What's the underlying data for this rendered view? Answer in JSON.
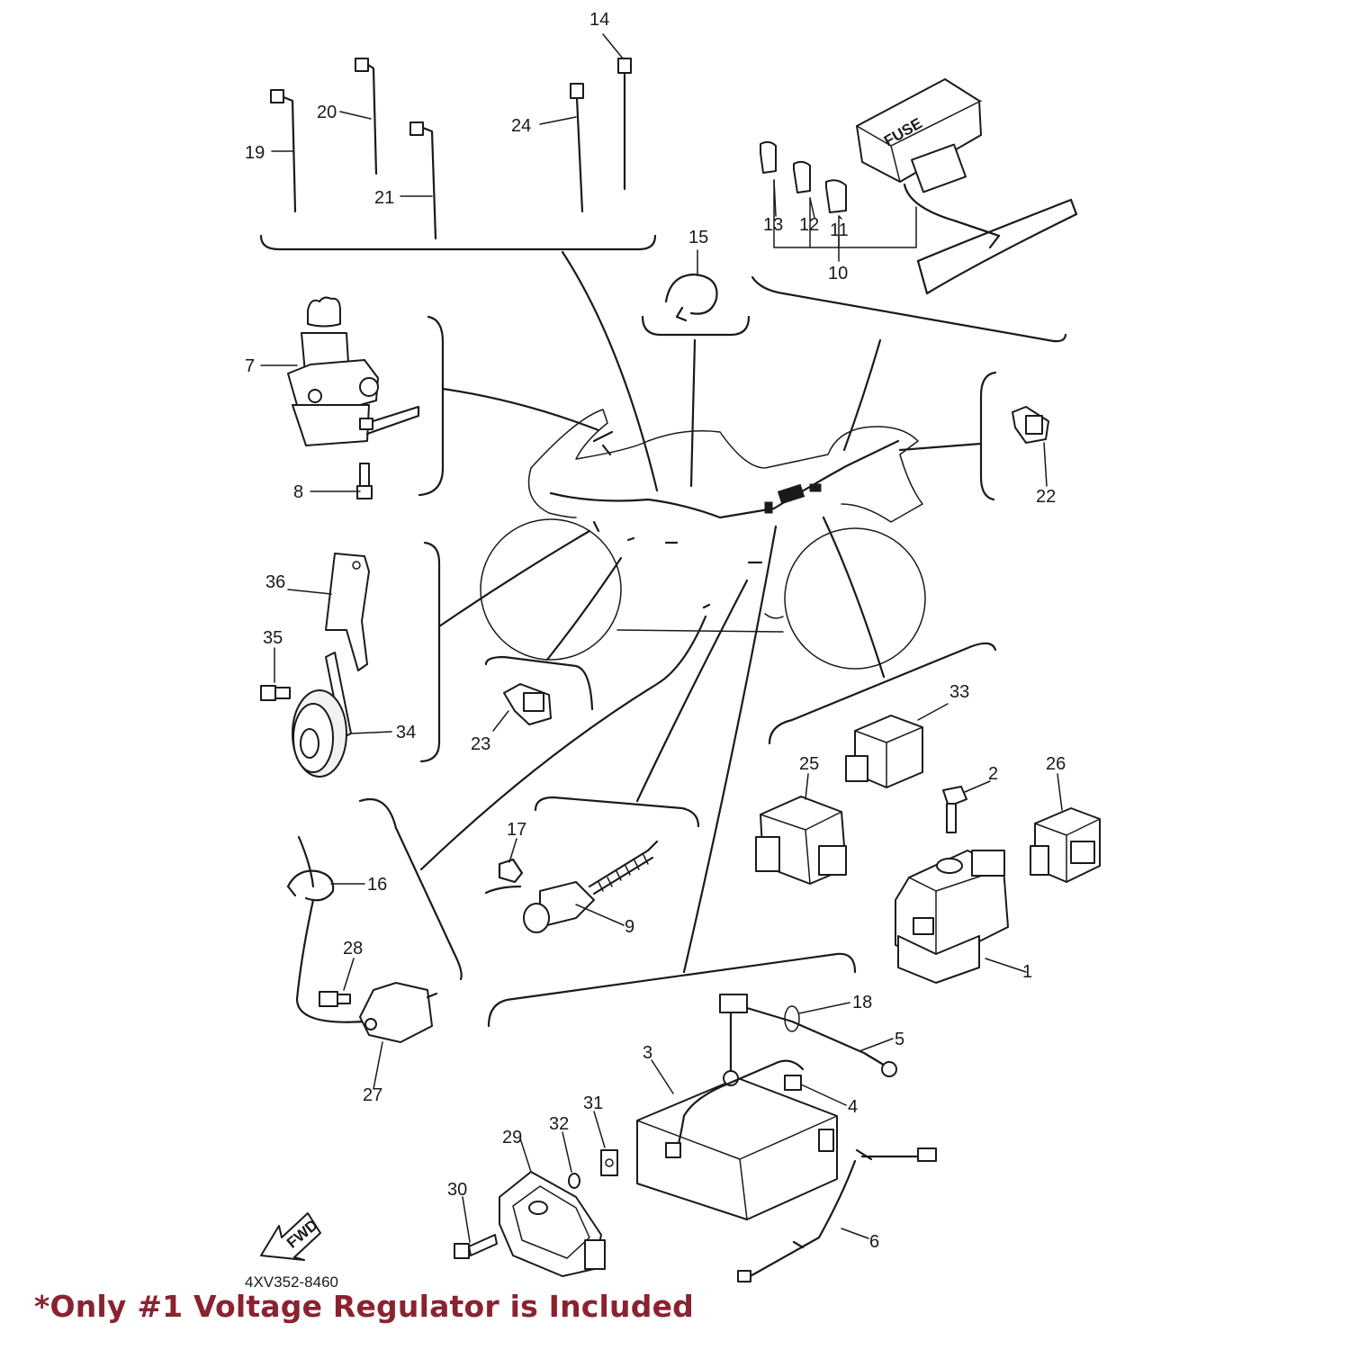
{
  "diagram": {
    "diagram_code": "4XV352-8460",
    "fwd_label": "FWD",
    "fuse_label": "FUSE",
    "callouts": [
      "1",
      "2",
      "3",
      "4",
      "5",
      "6",
      "7",
      "8",
      "9",
      "10",
      "11",
      "12",
      "13",
      "14",
      "15",
      "16",
      "17",
      "18",
      "19",
      "20",
      "21",
      "22",
      "23",
      "24",
      "25",
      "26",
      "27",
      "28",
      "29",
      "30",
      "31",
      "32",
      "33",
      "34",
      "35",
      "36"
    ]
  },
  "disclaimer": "*Only #1 Voltage Regulator is Included",
  "colors": {
    "disclaimer": "#8b2230",
    "line": "#1a1a1a",
    "background": "#ffffff"
  }
}
